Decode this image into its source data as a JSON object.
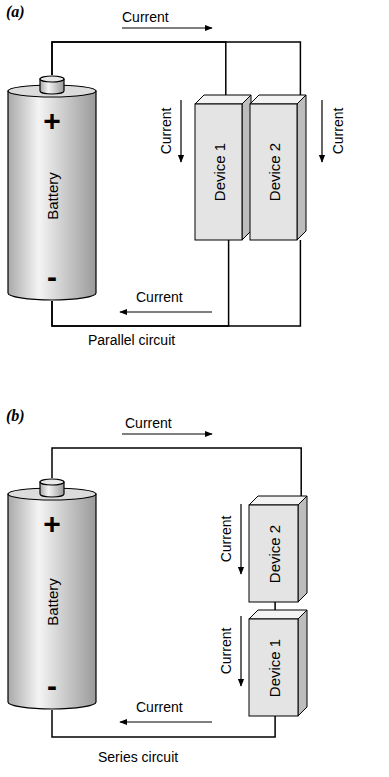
{
  "diagram": {
    "nodes": [
      {
        "text": [
          "+",
          "Battery",
          "-"
        ]
      },
      {
        "text": [
          "Device 1"
        ]
      },
      {
        "text": [
          "Device 2"
        ]
      },
      {
        "text": [
          "+",
          "Battery",
          "-"
        ]
      },
      {
        "text": [
          "Device 2"
        ]
      },
      {
        "text": [
          "Device 1"
        ]
      }
    ],
    "edges": [
      {
        "from": 0,
        "to": 1,
        "arrow": "none"
      },
      {
        "from": 0,
        "to": 2,
        "arrow": "none"
      },
      {
        "from": 1,
        "to": 0,
        "arrow": "none"
      },
      {
        "from": 2,
        "to": 0,
        "arrow": "none"
      },
      {
        "from": 3,
        "to": 4,
        "arrow": "none"
      },
      {
        "from": 4,
        "to": 5,
        "arrow": "none"
      },
      {
        "from": 5,
        "to": 3,
        "arrow": "none"
      }
    ],
    "labels": [
      "(a)",
      "Current",
      "Current",
      "Current",
      "Current",
      "Parallel circuit",
      "(b)",
      "Current",
      "Current",
      "Current",
      "Current",
      "Series circuit"
    ]
  }
}
